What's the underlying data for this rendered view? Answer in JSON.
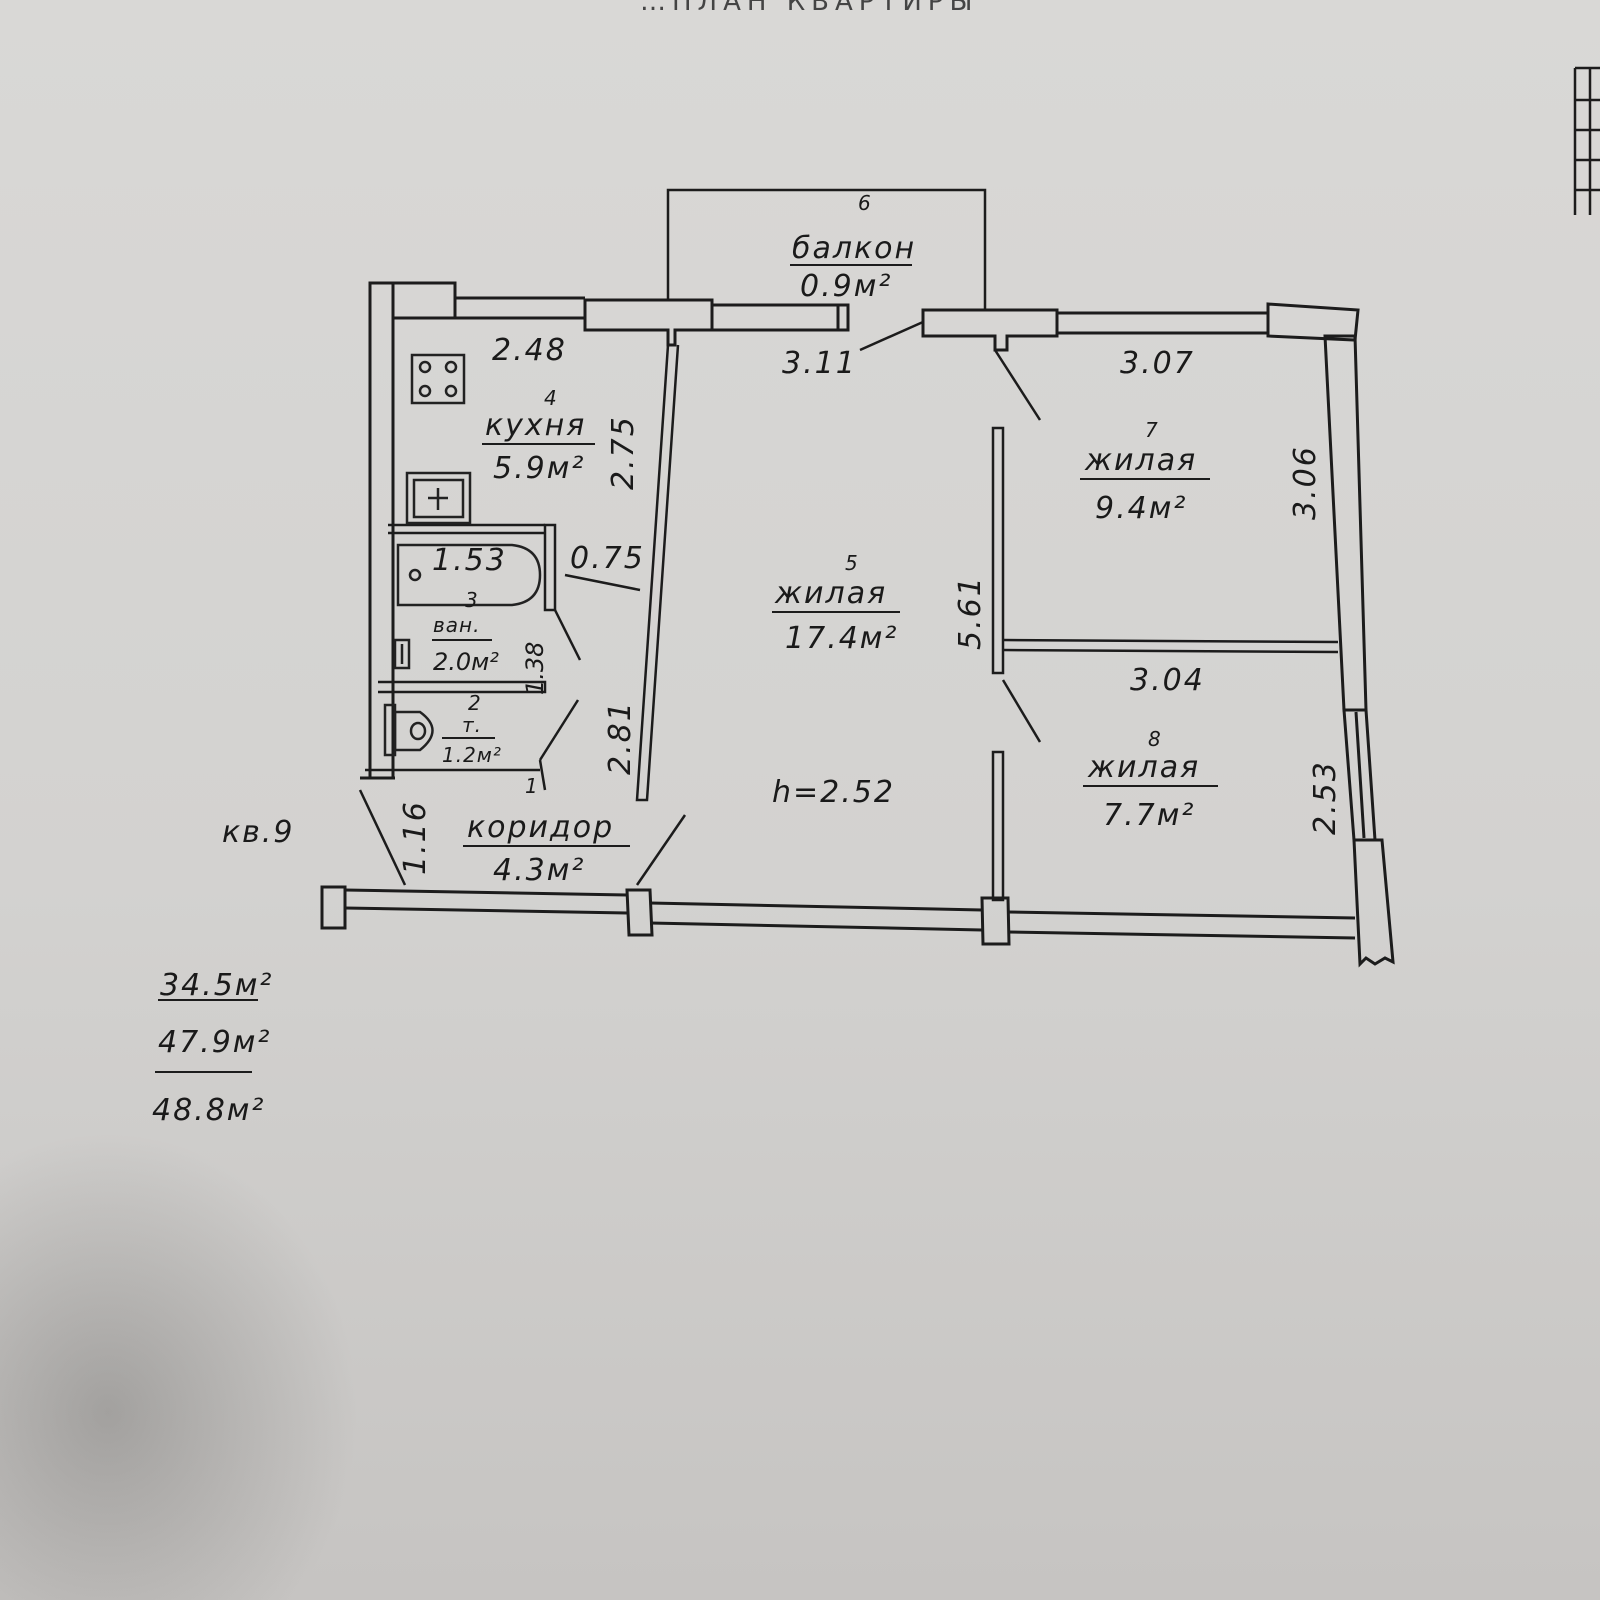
{
  "header": {
    "partial_title": "…ПЛАН КВАРТИРЫ"
  },
  "apartment": {
    "label": "кв.9"
  },
  "rooms": {
    "balcony": {
      "number": "6",
      "name": "балкон",
      "area": "0.9м²"
    },
    "kitchen": {
      "number": "4",
      "name": "кухня",
      "area": "5.9м²"
    },
    "bathroom": {
      "number": "3",
      "name": "ван.",
      "area": "2.0м²"
    },
    "toilet": {
      "number": "2",
      "name": "т.",
      "area": "1.2м²"
    },
    "corridor": {
      "number": "1",
      "name": "коридор",
      "area": "4.3м²"
    },
    "living5": {
      "number": "5",
      "name": "жилая",
      "area": "17.4м²"
    },
    "living7": {
      "number": "7",
      "name": "жилая",
      "area": "9.4м²"
    },
    "living8": {
      "number": "8",
      "name": "жилая",
      "area": "7.7м²"
    }
  },
  "dimensions": {
    "kitchen_width": "2.48",
    "kitchen_length": "2.75",
    "bath_width": "1.53",
    "bath_length": "1.38",
    "partition": "0.75",
    "corridor_length": "2.81",
    "entry_width": "1.16",
    "room5_width": "3.11",
    "room5_length": "5.61",
    "room7_width": "3.07",
    "room7_length": "3.06",
    "room8_width": "3.04",
    "room8_length": "2.53",
    "ceiling_height": "h=2.52"
  },
  "totals": {
    "living": "34.5м²",
    "total": "47.9м²",
    "with_balcony": "48.8м²"
  },
  "colors": {
    "paper": "#d6d5d3",
    "ink": "#1c1c1c"
  }
}
